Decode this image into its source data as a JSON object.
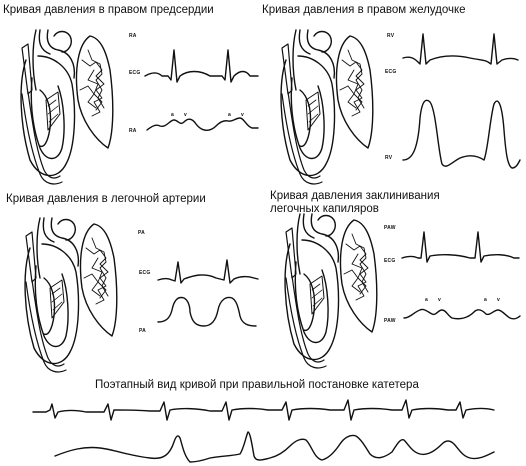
{
  "panels": [
    {
      "title": "Кривая давления в правом предсердии",
      "labels": {
        "top": "RA",
        "ecg": "ECG",
        "wave": "RA"
      }
    },
    {
      "title": "Кривая давления в правом желудочке",
      "labels": {
        "top": "RV",
        "ecg": "ECG",
        "wave": "RV"
      }
    },
    {
      "title": "Кривая давления в легочной артерии",
      "labels": {
        "top": "PA",
        "ecg": "ECG",
        "wave": "PA"
      }
    },
    {
      "title": "Кривая давления заклинивания\nлегочных капиляров",
      "labels": {
        "top": "PAW",
        "ecg": "ECG",
        "wave": "PAW"
      }
    }
  ],
  "bottom": {
    "title": "Поэтапный вид кривой при правильной постановке катетера"
  },
  "wave_markers": {
    "a": "a",
    "v": "v"
  }
}
